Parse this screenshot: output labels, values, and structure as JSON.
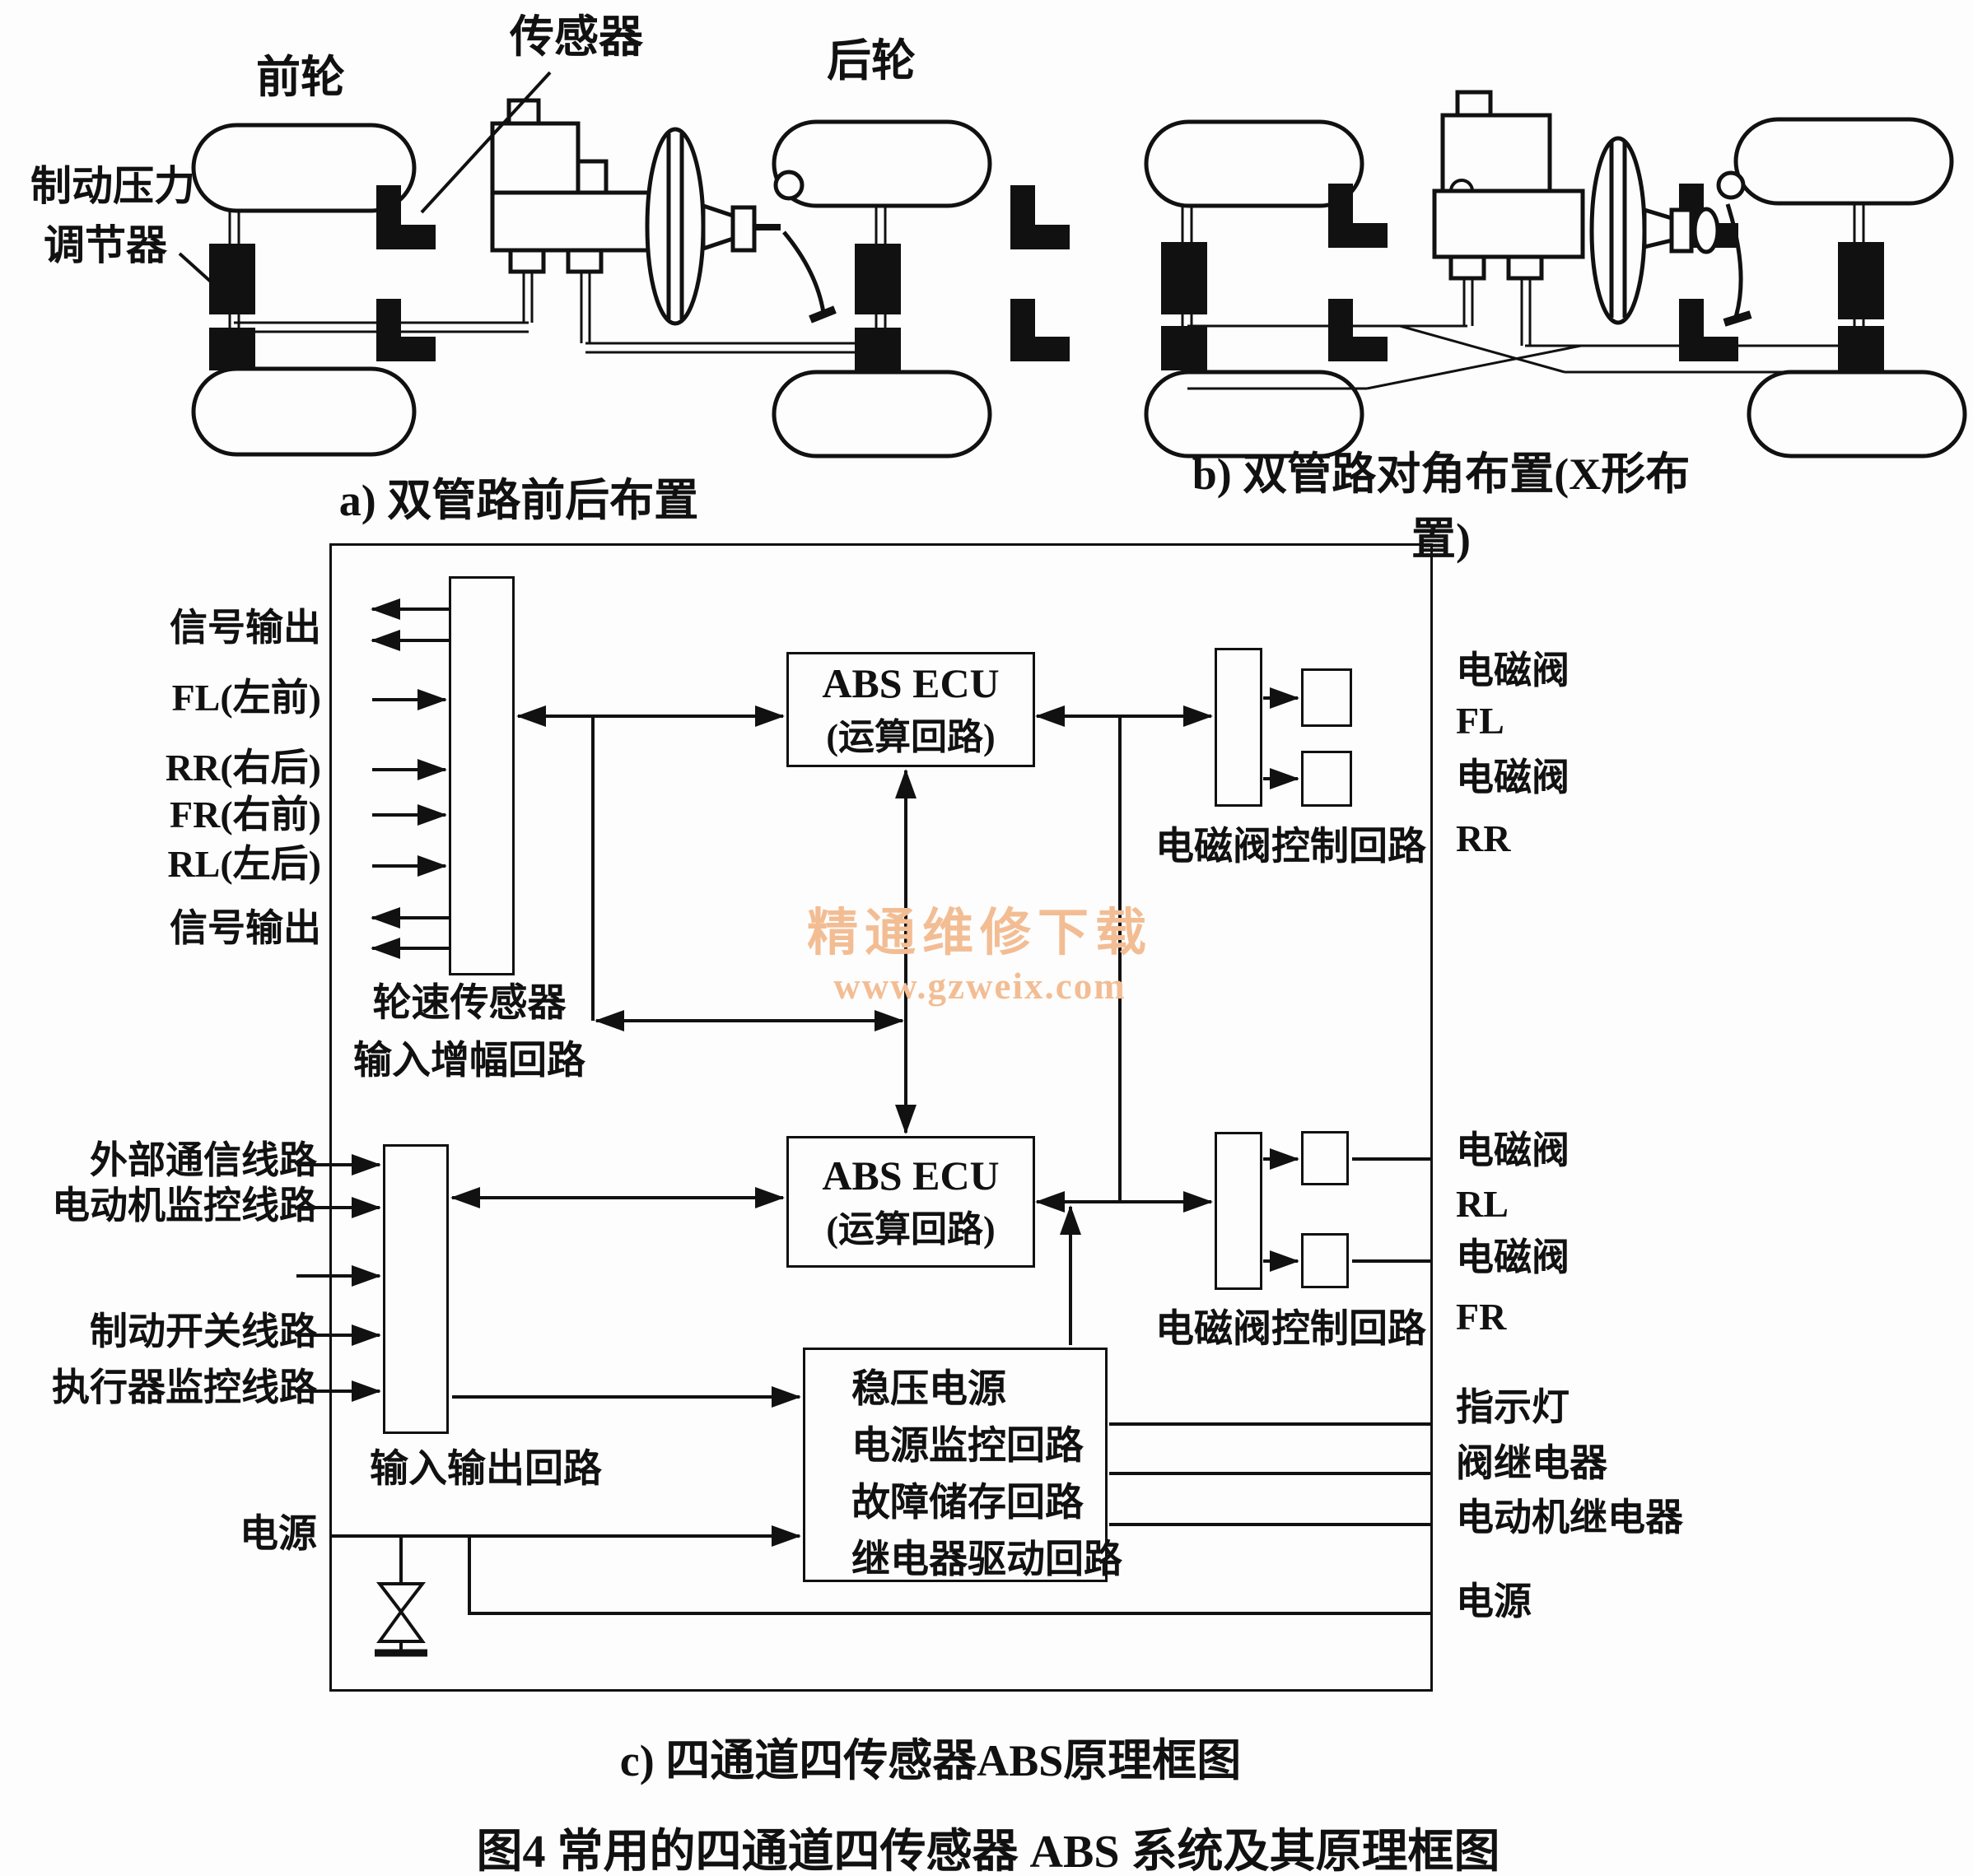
{
  "style": {
    "ink": "#111111",
    "watermark_color": "#f3bd94",
    "background": "#fdfdfd"
  },
  "figure": {
    "caption": "图4  常用的四通道四传感器 ABS 系统及其原理框图",
    "watermark": {
      "line1": "精通维修下载",
      "line2": "www.gzweix.com"
    }
  },
  "diagram_a": {
    "caption": "a) 双管路前后布置",
    "labels": {
      "front_wheel": "前轮",
      "sensor": "传感器",
      "rear_wheel": "后轮",
      "regulator_line1": "制动压力",
      "regulator_line2": "调节器"
    }
  },
  "diagram_b": {
    "caption": "b) 双管路对角布置(X形布置)"
  },
  "diagram_c": {
    "caption": "c) 四通道四传感器ABS原理框图",
    "wheel_speed_inputs": [
      "信号输出",
      "FL(左前)",
      "RR(右后)",
      "FR(右前)",
      "RL(左后)",
      "信号输出"
    ],
    "sensor_amp_box": {
      "line1": "轮速传感器",
      "line2": "输入增幅回路"
    },
    "ecu1": {
      "line1": "ABS ECU",
      "line2": "(运算回路)"
    },
    "ecu2": {
      "line1": "ABS ECU",
      "line2": "(运算回路)"
    },
    "valve_ctrl_top_label": "电磁阀控制回路",
    "valve_ctrl_bottom_label": "电磁阀控制回路",
    "io_inputs": [
      "外部通信线路",
      "电动机监控线路",
      "制动开关线路",
      "执行器监控线路"
    ],
    "io_box_label": "输入输出回路",
    "power_left_label": "电源",
    "power_box_lines": [
      "稳压电源",
      "电源监控回路",
      "故障储存回路",
      "继电器驱动回路"
    ],
    "right_labels_top": [
      "电磁阀",
      "FL",
      "电磁阀",
      "RR"
    ],
    "right_labels_mid": [
      "电磁阀",
      "RL",
      "电磁阀",
      "FR"
    ],
    "right_labels_bottom": [
      "指示灯",
      "阀继电器",
      "电动机继电器",
      "电源"
    ]
  }
}
